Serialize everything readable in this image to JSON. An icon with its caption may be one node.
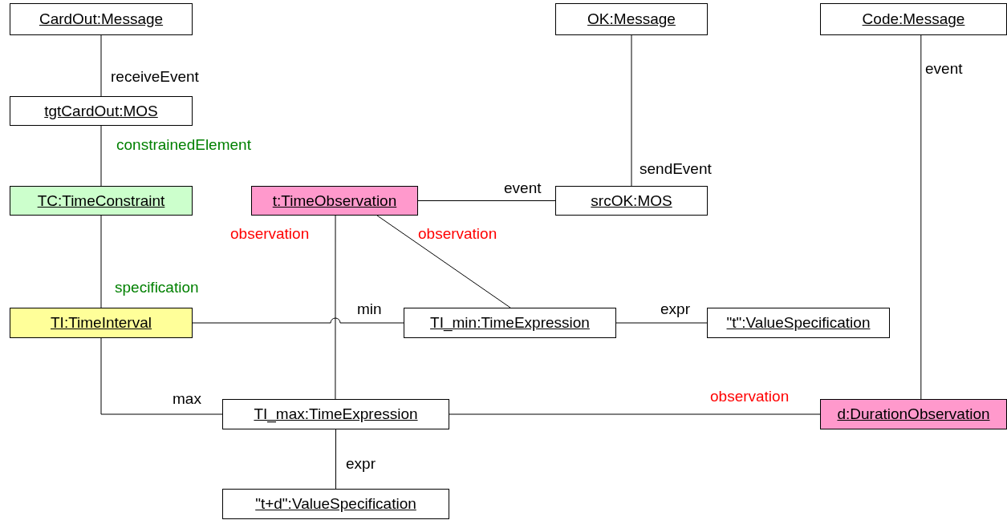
{
  "diagram": {
    "nodes": [
      {
        "text": [
          "CardOut:Message"
        ]
      },
      {
        "text": [
          "tgtCardOut:MOS"
        ]
      },
      {
        "text": [
          "TC:TimeConstraint"
        ]
      },
      {
        "text": [
          "t:TimeObservation"
        ]
      },
      {
        "text": [
          "OK:Message"
        ]
      },
      {
        "text": [
          "srcOK:MOS"
        ]
      },
      {
        "text": [
          "Code:Message"
        ]
      },
      {
        "text": [
          "TI:TimeInterval"
        ]
      },
      {
        "text": [
          "TI_min:TimeExpression"
        ]
      },
      {
        "text": [
          "\"t\":ValueSpecification"
        ]
      },
      {
        "text": [
          "TI_max:TimeExpression"
        ]
      },
      {
        "text": [
          "d:DurationObservation"
        ]
      },
      {
        "text": [
          "\"t+d\":ValueSpecification"
        ]
      }
    ],
    "edges": [
      {
        "from": 0,
        "to": 1,
        "arrow": "none",
        "label": "receiveEvent"
      },
      {
        "from": 1,
        "to": 2,
        "arrow": "none",
        "label": "constrainedElement"
      },
      {
        "from": 2,
        "to": 7,
        "arrow": "none",
        "label": "specification"
      },
      {
        "from": 3,
        "to": 5,
        "arrow": "none",
        "label": "event"
      },
      {
        "from": 4,
        "to": 5,
        "arrow": "none",
        "label": "sendEvent"
      },
      {
        "from": 3,
        "to": 8,
        "arrow": "none",
        "label": "observation"
      },
      {
        "from": 3,
        "to": 10,
        "arrow": "none",
        "label": "observation"
      },
      {
        "from": 7,
        "to": 8,
        "arrow": "none",
        "label": "min"
      },
      {
        "from": 8,
        "to": 9,
        "arrow": "none",
        "label": "expr"
      },
      {
        "from": 7,
        "to": 10,
        "arrow": "none",
        "label": "max"
      },
      {
        "from": 10,
        "to": 12,
        "arrow": "none",
        "label": "expr"
      },
      {
        "from": 10,
        "to": 11,
        "arrow": "none",
        "label": "observation"
      },
      {
        "from": 6,
        "to": 11,
        "arrow": "none",
        "label": "event"
      }
    ]
  }
}
